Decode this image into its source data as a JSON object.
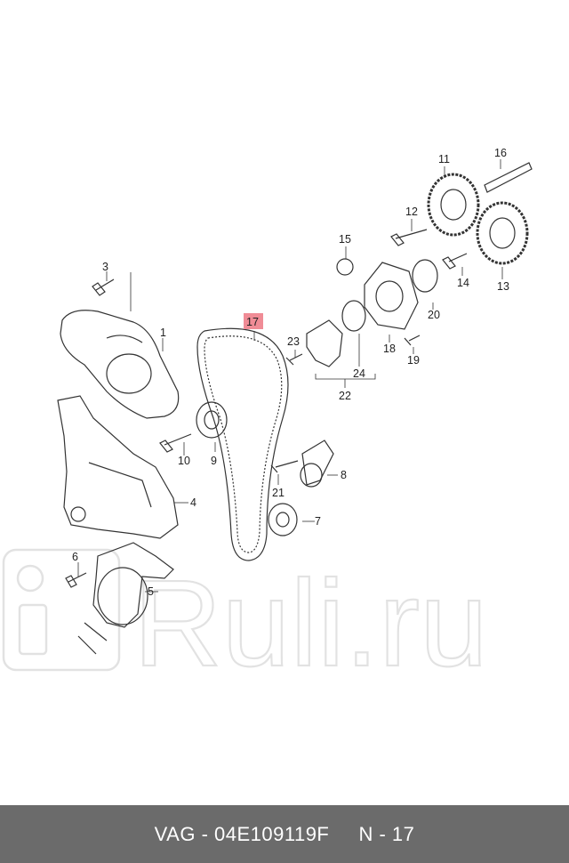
{
  "callouts": [
    {
      "id": "1",
      "label": "1"
    },
    {
      "id": "3",
      "label": "3"
    },
    {
      "id": "4",
      "label": "4"
    },
    {
      "id": "5",
      "label": "5"
    },
    {
      "id": "6",
      "label": "6"
    },
    {
      "id": "7",
      "label": "7"
    },
    {
      "id": "8",
      "label": "8"
    },
    {
      "id": "9",
      "label": "9"
    },
    {
      "id": "10",
      "label": "10"
    },
    {
      "id": "11",
      "label": "11"
    },
    {
      "id": "12",
      "label": "12"
    },
    {
      "id": "13",
      "label": "13"
    },
    {
      "id": "14",
      "label": "14"
    },
    {
      "id": "15",
      "label": "15"
    },
    {
      "id": "16",
      "label": "16"
    },
    {
      "id": "17",
      "label": "17",
      "highlighted": true
    },
    {
      "id": "18",
      "label": "18"
    },
    {
      "id": "19",
      "label": "19"
    },
    {
      "id": "20",
      "label": "20"
    },
    {
      "id": "21",
      "label": "21"
    },
    {
      "id": "22",
      "label": "22"
    },
    {
      "id": "23",
      "label": "23"
    },
    {
      "id": "24",
      "label": "24"
    }
  ],
  "highlight_color": "#f08c96",
  "watermark": {
    "text": "Ruli.ru",
    "color": "#e2e2e2"
  },
  "footer": {
    "part_number": "VAG - 04E109119F",
    "position": "N - 17",
    "background": "#6b6b6b"
  }
}
